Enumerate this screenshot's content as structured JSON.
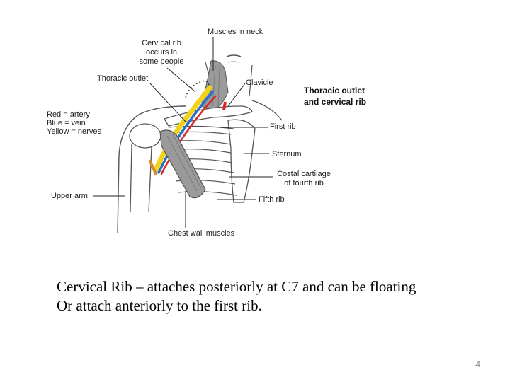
{
  "diagram": {
    "labels": {
      "muscles_in_neck": "Muscles in neck",
      "cervical_rib_line1": "Cerv cal rib",
      "cervical_rib_line2": "occurs in",
      "cervical_rib_line3": "some people",
      "thoracic_outlet": "Thoracic outlet",
      "clavicle": "Clavicle",
      "title_line1": "Thoracic outlet",
      "title_line2": "and cervical rib",
      "first_rib": "First rib",
      "sternum": "Sternum",
      "costal_line1": "Costal cartilage",
      "costal_line2": "of fourth rib",
      "upper_arm": "Upper arm",
      "fifth_rib": "Fifth rib",
      "chest_wall_muscles": "Chest wall muscles"
    },
    "legend": {
      "red": "Red = artery",
      "blue": "Blue = vein",
      "yellow": "Yellow = nerves"
    },
    "colors": {
      "artery": "#d42a2a",
      "vein": "#2a6fc9",
      "nerves": "#f2d21b",
      "muscle": "#9a9a9a",
      "bone_outline": "#555555"
    }
  },
  "caption": {
    "line1": "Cervical Rib – attaches posteriorly at C7 and can be floating",
    "line2": "Or attach anteriorly to the first rib."
  },
  "page_number": "4"
}
